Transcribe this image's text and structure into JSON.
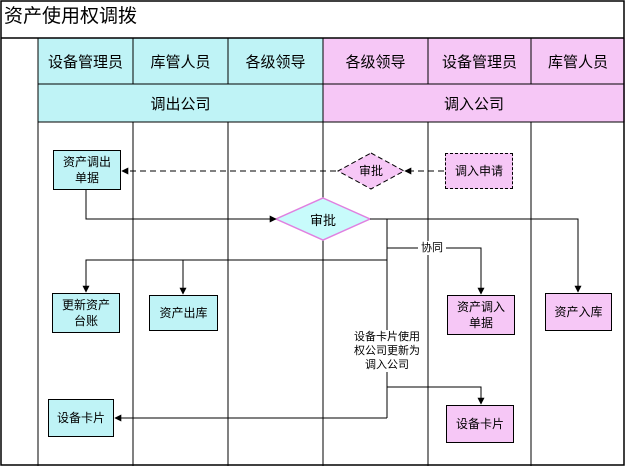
{
  "title": "资产使用权调拨",
  "lanes": [
    {
      "label": "设备管理员",
      "side": "out"
    },
    {
      "label": "库管人员",
      "side": "out"
    },
    {
      "label": "各级领导",
      "side": "out"
    },
    {
      "label": "各级领导",
      "side": "in"
    },
    {
      "label": "设备管理员",
      "side": "in"
    },
    {
      "label": "库管人员",
      "side": "in"
    }
  ],
  "companies": {
    "out": "调出公司",
    "in": "调入公司"
  },
  "nodes": {
    "asset_out_doc": "资产调出\n单据",
    "approve_small": "审批",
    "transfer_request": "调入申请",
    "approve_main": "审批",
    "update_ledger": "更新资产\n台账",
    "asset_outbound": "资产出库",
    "asset_in_doc": "资产调入\n单据",
    "asset_inbound": "资产入库",
    "device_card_out": "设备卡片",
    "device_card_in": "设备卡片"
  },
  "edge_labels": {
    "cooperate": "协同",
    "card_update": "设备卡片使用\n权公司更新为\n调入公司"
  },
  "colors": {
    "out_fill": "#bff3f6",
    "in_fill": "#f6c7f6",
    "diamond_fill": "#c8fbfb",
    "diamond_stroke": "#e080e0"
  }
}
